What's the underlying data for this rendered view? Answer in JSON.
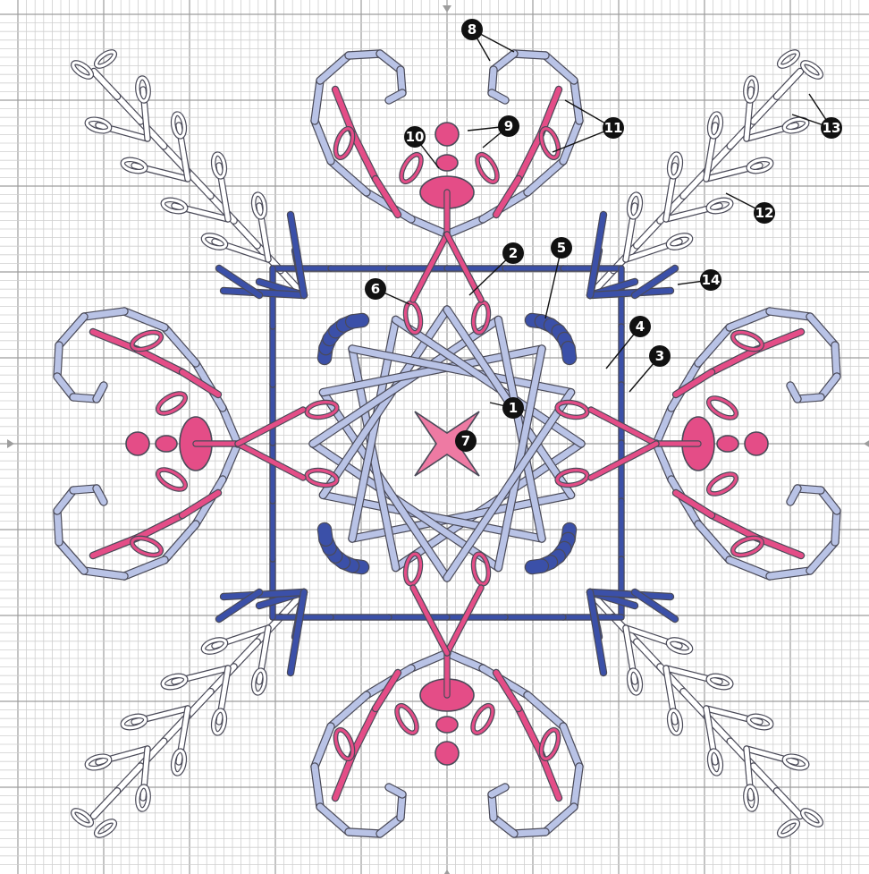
{
  "diagram": {
    "type": "embroidery-stitch-pattern",
    "colors": {
      "grid_minor": "#cfcfcf",
      "grid_major": "#9d9d9d",
      "outline": "#4a4a58",
      "light_blue": "#b9c3e6",
      "dark_blue": "#3b50a8",
      "pink": "#e44d87",
      "light_pink": "#ee7aa3",
      "white_thread": "#ffffff",
      "callout_fill": "#111111",
      "callout_text": "#ffffff"
    },
    "callouts": [
      {
        "label": "1"
      },
      {
        "label": "2"
      },
      {
        "label": "3"
      },
      {
        "label": "4"
      },
      {
        "label": "5"
      },
      {
        "label": "6"
      },
      {
        "label": "7"
      },
      {
        "label": "8"
      },
      {
        "label": "9"
      },
      {
        "label": "10"
      },
      {
        "label": "11"
      },
      {
        "label": "12"
      },
      {
        "label": "13"
      },
      {
        "label": "14"
      }
    ]
  }
}
